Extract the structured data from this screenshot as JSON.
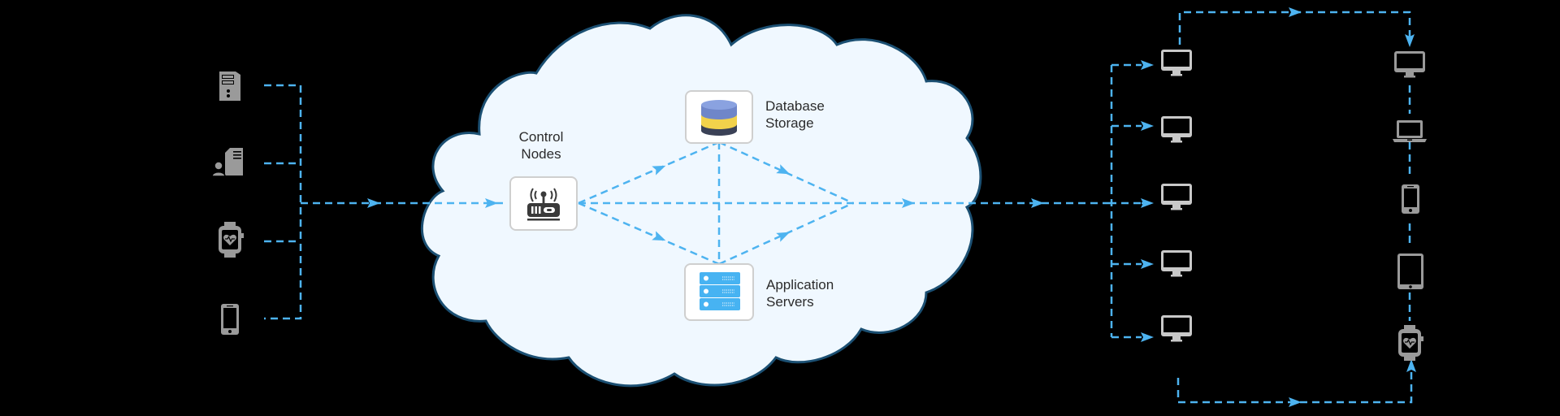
{
  "diagram": {
    "type": "cloud-architecture",
    "colors": {
      "background": "#000000",
      "cloud_fill": "#f0f8ff",
      "cloud_stroke": "#1b4f72",
      "connector": "#4db3f0",
      "device_icon": "#9a9a9a",
      "node_border": "#cfcfcf",
      "db_top": "#7b93d6",
      "db_mid": "#f2d24b",
      "db_bottom": "#3a4156",
      "server_blue": "#47b3f2",
      "router_dark": "#3a3a3a"
    },
    "input_devices": [
      {
        "name": "tower-server",
        "icon": "server-tower-icon"
      },
      {
        "name": "user-workstation",
        "icon": "user-server-icon"
      },
      {
        "name": "smartwatch",
        "icon": "smartwatch-icon"
      },
      {
        "name": "smartphone",
        "icon": "smartphone-icon"
      }
    ],
    "cloud_nodes": {
      "control": {
        "label_line1": "Control",
        "label_line2": "Nodes",
        "icon": "router-icon"
      },
      "database": {
        "label_line1": "Database",
        "label_line2": "Storage",
        "icon": "database-icon"
      },
      "app": {
        "label_line1": "Application",
        "label_line2": "Servers",
        "icon": "server-rack-icon"
      }
    },
    "output_monitors": [
      {
        "icon": "monitor-icon"
      },
      {
        "icon": "monitor-icon"
      },
      {
        "icon": "monitor-icon"
      },
      {
        "icon": "monitor-icon"
      },
      {
        "icon": "monitor-icon"
      }
    ],
    "output_chain": [
      {
        "icon": "monitor-icon"
      },
      {
        "icon": "laptop-icon"
      },
      {
        "icon": "smartphone-icon"
      },
      {
        "icon": "tablet-icon"
      },
      {
        "icon": "smartwatch-icon"
      }
    ]
  }
}
